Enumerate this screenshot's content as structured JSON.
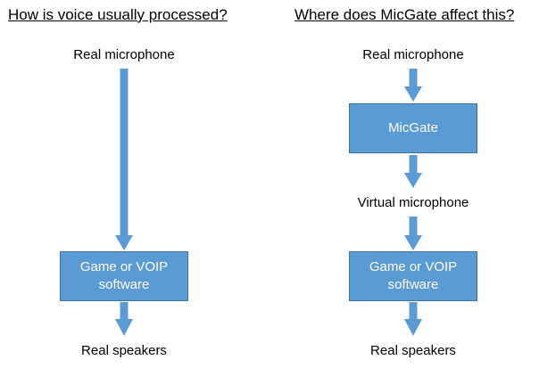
{
  "left_panel": {
    "heading": "How is voice usually processed?",
    "source_label": "Real microphone",
    "process_box": {
      "line1": "Game or VOIP",
      "line2": "software"
    },
    "output_label": "Real speakers"
  },
  "right_panel": {
    "heading": "Where does MicGate affect this?",
    "source_label": "Real microphone",
    "micgate_box": "MicGate",
    "virtual_label": "Virtual microphone",
    "process_box": {
      "line1": "Game or VOIP",
      "line2": "software"
    },
    "output_label": "Real speakers"
  },
  "colors": {
    "box_fill": "#5b9bd5",
    "box_border": "#41719c",
    "arrow": "#5b9bd5"
  }
}
